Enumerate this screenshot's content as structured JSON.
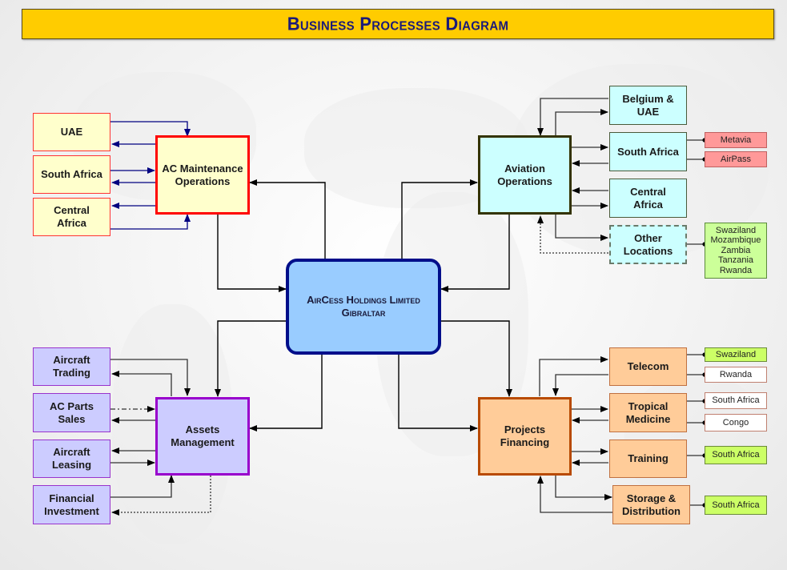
{
  "title": "Business Processes Diagram",
  "colors": {
    "title_bg": "#ffcc00",
    "title_text": "#1a1a7a",
    "center_fill": "#99ccff",
    "center_border": "#000e8a",
    "maintenance_fill": "#ffffcc",
    "maintenance_border": "#ff0000",
    "aviation_fill": "#ccffff",
    "aviation_border": "#333300",
    "assets_fill": "#ccccff",
    "assets_border": "#9900cc",
    "projects_fill": "#ffcc99",
    "projects_border": "#b84a00",
    "tag_red": "#ff9999",
    "tag_green": "#ccff66",
    "tag_white": "#ffffff"
  },
  "center": {
    "line1": "AirCess Holdings Limited",
    "line2": "Gibraltar"
  },
  "maintenance": {
    "label": "AC Maintenance\nOperations",
    "subs": [
      "UAE",
      "South Africa",
      "Central\nAfrica"
    ]
  },
  "aviation": {
    "label": "Aviation\nOperations",
    "subs": [
      "Belgium &\nUAE",
      "South Africa",
      "Central\nAfrica",
      "Other\nLocations"
    ],
    "tags": {
      "metavia": "Metavia",
      "airpass": "AirPass",
      "other_locations": "Swaziland\nMozambique\nZambia\nTanzania\nRwanda"
    }
  },
  "assets": {
    "label": "Assets\nManagement",
    "subs": [
      "Aircraft\nTrading",
      "AC Parts\nSales",
      "Aircraft\nLeasing",
      "Financial\nInvestment"
    ]
  },
  "projects": {
    "label": "Projects\nFinancing",
    "subs": [
      "Telecom",
      "Tropical\nMedicine",
      "Training",
      "Storage &\nDistribution"
    ],
    "tags": {
      "telecom_1": "Swaziland",
      "telecom_2": "Rwanda",
      "medicine_1": "South Africa",
      "medicine_2": "Congo",
      "training": "South Africa",
      "storage": "South Africa"
    }
  }
}
